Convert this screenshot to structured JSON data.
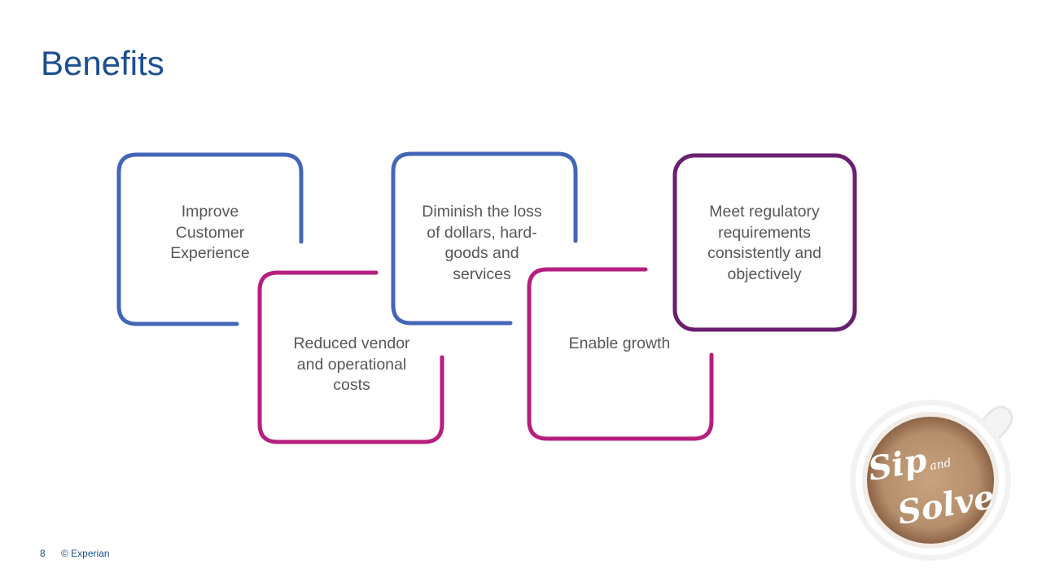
{
  "slide": {
    "title": "Benefits",
    "page_number": "8",
    "copyright": "© Experian"
  },
  "boxes": [
    {
      "text_lines": [
        "Improve",
        "Customer",
        "Experience"
      ],
      "color": "#4466b7"
    },
    {
      "text_lines": [
        "Reduced vendor",
        "and operational",
        "costs"
      ],
      "color": "#b51f7e"
    },
    {
      "text_lines": [
        "Diminish the loss",
        "of dollars, hard-",
        "goods and",
        "services"
      ],
      "color": "#4466b7"
    },
    {
      "text_lines": [
        "Enable growth"
      ],
      "color": "#b51f7e"
    },
    {
      "text_lines": [
        "Meet regulatory",
        "requirements",
        "consistently and",
        "objectively"
      ],
      "color": "#6a1f6f"
    }
  ],
  "logo": {
    "text_lines": [
      "Sip",
      "and",
      "Solve"
    ],
    "coffee_color": "#b58e6c"
  }
}
